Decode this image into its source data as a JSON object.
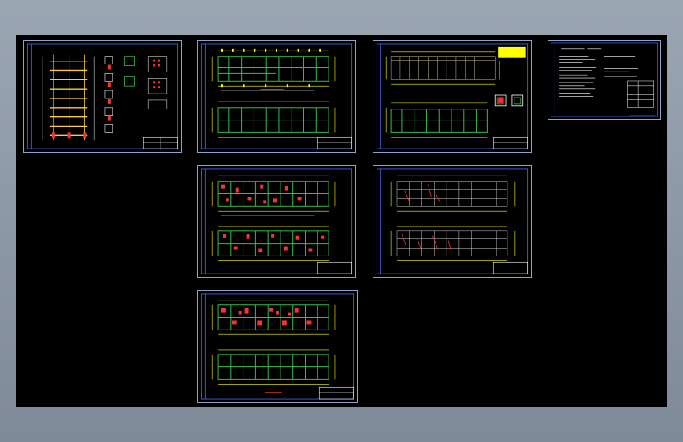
{
  "app": {
    "title": ""
  },
  "viewport": {
    "background": "#000000",
    "window_background": "#8f9aa8"
  },
  "colors": {
    "sheet_border": "#8fa3c8",
    "frame": "#4a6cff",
    "plan_walls": "#2ec24a",
    "dimensions": "#ffff00",
    "axis_lines": "#ff3030",
    "text": "#ffffff",
    "highlight_box": "#ffff00"
  },
  "sheets": [
    {
      "id": "sheet-elevation-sections",
      "kind": "sections"
    },
    {
      "id": "sheet-floor-plans-1",
      "kind": "plans"
    },
    {
      "id": "sheet-foundation-plan",
      "kind": "foundation"
    },
    {
      "id": "sheet-design-notes",
      "kind": "notes"
    },
    {
      "id": "sheet-floor-plans-2",
      "kind": "plans-red"
    },
    {
      "id": "sheet-beam-layout",
      "kind": "grid"
    },
    {
      "id": "sheet-floor-plans-3",
      "kind": "plans-red"
    }
  ]
}
